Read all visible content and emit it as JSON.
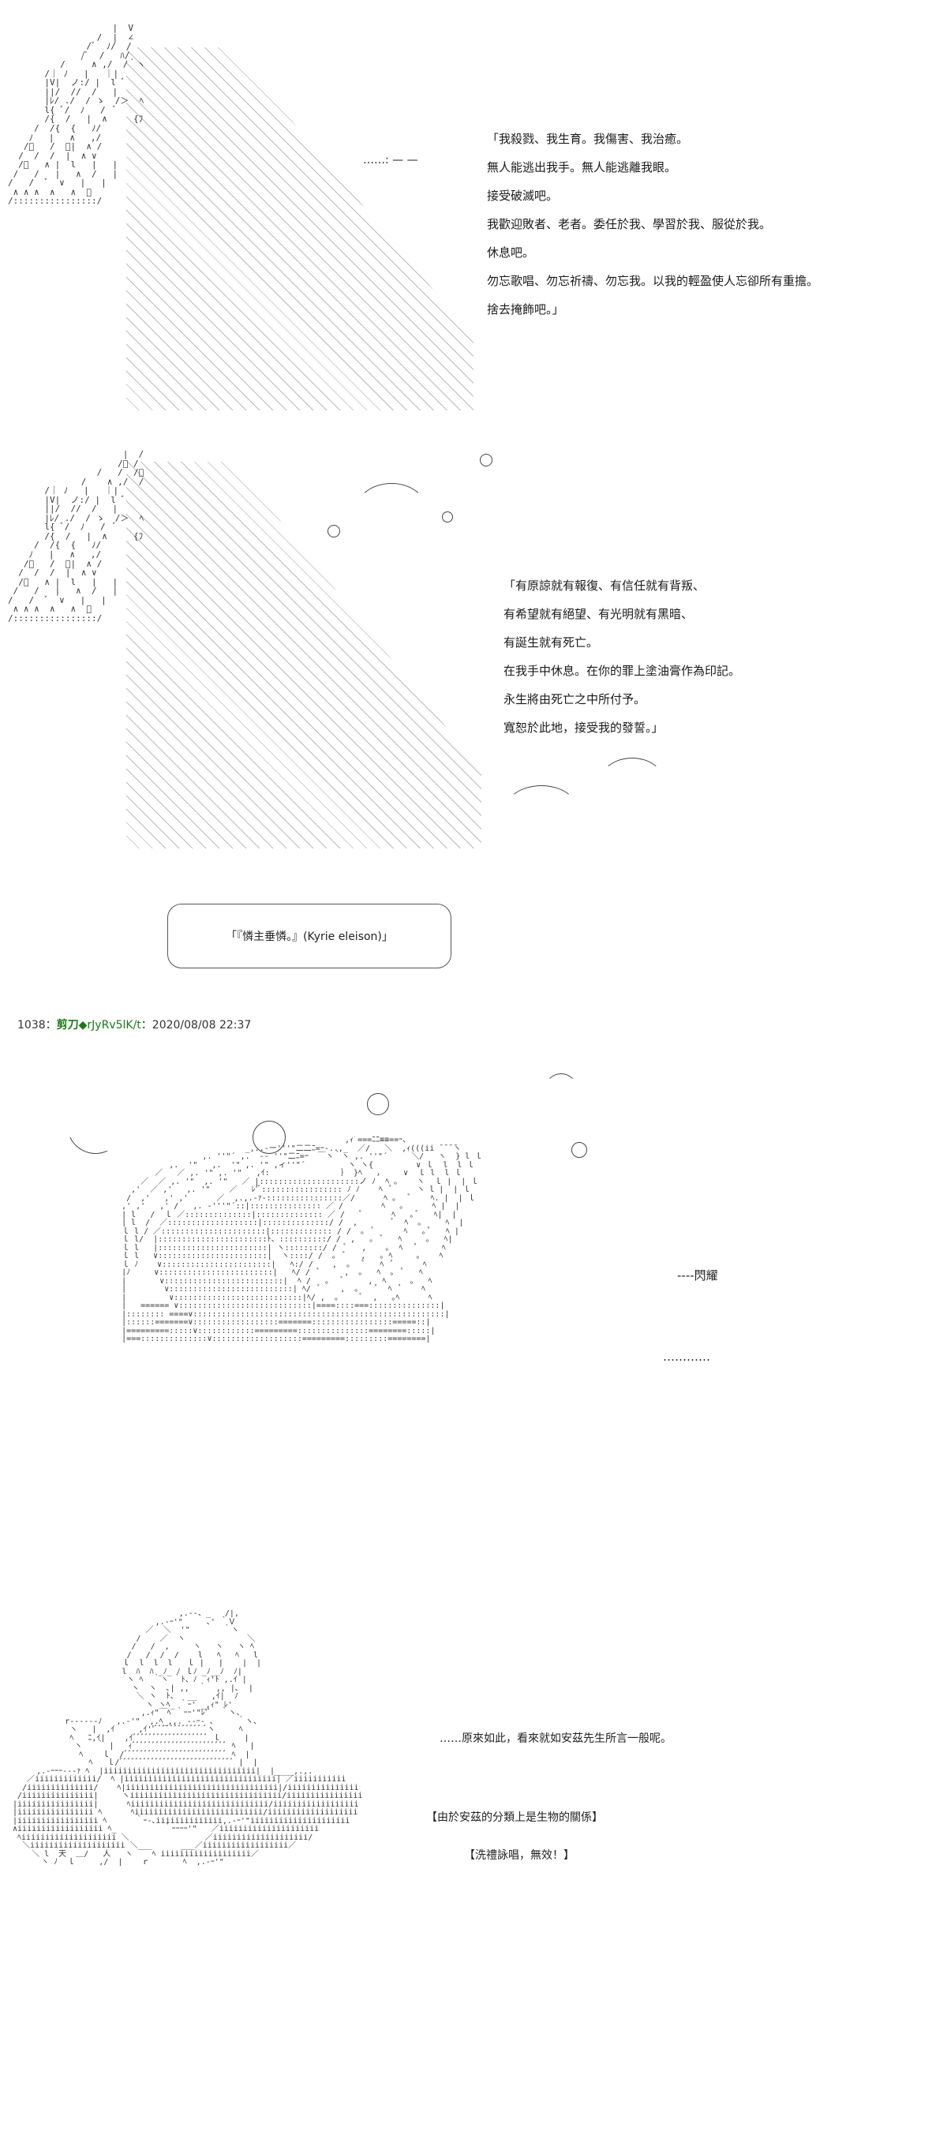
{
  "panel1": {
    "lines": [
      "「我殺戮、我生育。我傷害、我治癒。",
      "無人能逃出我手。無人能逃離我眼。",
      "接受破滅吧。",
      "我歡迎敗者、老者。委任於我、學習於我、服從於我。",
      "休息吧。",
      "勿忘歌唱、勿忘祈禱、勿忘我。以我的輕盈使人忘卻所有重擔。",
      "捨去掩飾吧。」"
    ]
  },
  "panel2": {
    "lines": [
      "「有原諒就有報復、有信任就有背叛、",
      "有希望就有絕望、有光明就有黑暗、",
      "有誕生就有死亡。",
      "在我手中休息。在你的罪上塗油膏作為印記。",
      "永生將由死亡之中所付予。",
      "寬恕於此地，接受我的發誓。」"
    ]
  },
  "bubble": {
    "text": "「『憐主垂憐。』(Kyrie eleison)」"
  },
  "post": {
    "number": "1038：",
    "name": "剪刀◆",
    "trip": "rJyRv5lK/t",
    "date": "：2020/08/08 22:37"
  },
  "panel3": {
    "flash": "----閃耀",
    "ellipsis": "…………"
  },
  "panel4": {
    "line1": "……原來如此，看來就如安茲先生所言一般呢。",
    "line2": "【由於安茲的分類上是生物的關係】",
    "line3": "【洗禮詠唱，無效！】"
  }
}
